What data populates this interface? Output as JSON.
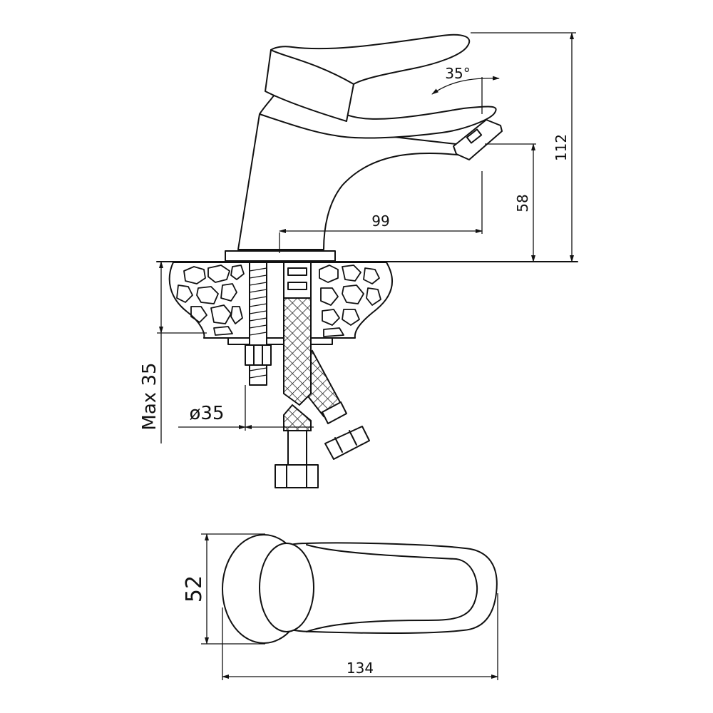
{
  "dimensions": {
    "height_total": "112",
    "spout_height": "58",
    "spout_reach": "99",
    "handle_angle": "35°",
    "max_thickness": "Max 35",
    "hole_diameter": "ø35",
    "top_width": "52",
    "top_length": "134"
  },
  "colors": {
    "line": "#111111",
    "background": "#ffffff"
  }
}
